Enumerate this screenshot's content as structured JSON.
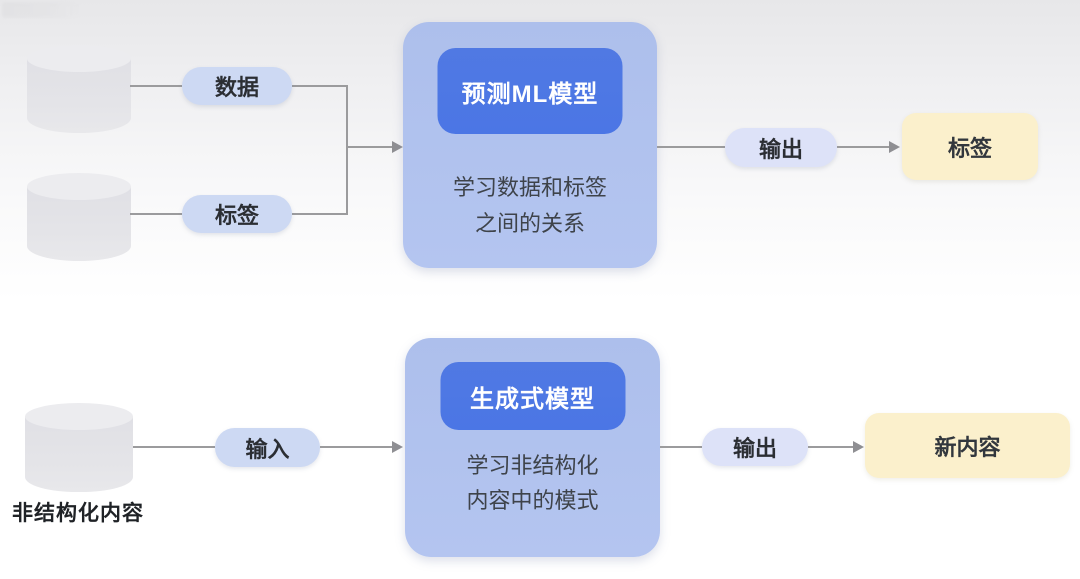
{
  "top_flow": {
    "data_pill": "数据",
    "label_pill": "标签",
    "model_title": "预测ML模型",
    "desc1": "学习数据和标签",
    "desc2": "之间的关系",
    "output_pill": "输出",
    "result": "标签"
  },
  "bottom_flow": {
    "source_label": "非结构化内容",
    "input_pill": "输入",
    "model_title": "生成式模型",
    "desc1": "学习非结构化",
    "desc2": "内容中的模式",
    "output_pill": "输出",
    "result": "新内容"
  },
  "colors": {
    "model_box": "#b0c2ee",
    "model_header": "#4e78e4",
    "pill_input": "#cdd9f3",
    "pill_output": "#dde2f8",
    "result_box": "#fbf0cc",
    "connector": "#9b9b9d",
    "cylinder": "#e4e4e8"
  }
}
